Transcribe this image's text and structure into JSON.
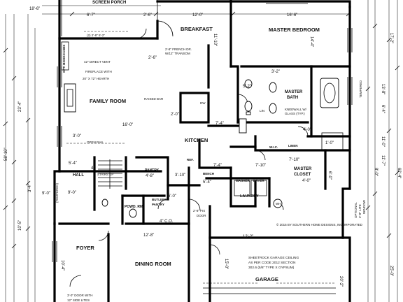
{
  "plan": {
    "rooms": {
      "screen_porch": "SCREEN PORCH",
      "breakfast": "BREAKFAST",
      "master_bedroom": "MASTER BEDROOM",
      "family_room": "FAMILY ROOM",
      "kitchen": "KITCHEN",
      "master_bath": "MASTER BATH",
      "master_closet": "MASTER CLOSET",
      "hall": "HALL",
      "pantry": "PANTRY",
      "powder": "POWD. RM.",
      "butlers_pantry": "BUTLERS PANTRY",
      "laundry": "LAUNDRY",
      "foyer": "FOYER",
      "dining_room": "DINING ROOM",
      "garage": "GARAGE",
      "wic": "W.I.C.",
      "linen": "LINEN",
      "bench": "BENCH",
      "washer": "WASHER",
      "dryer": "DRYER",
      "ref": "REF.",
      "opt_bookcases": "OPT. BOOKCASES"
    },
    "notes": {
      "french_door_1": "2'-8\" FRENCH DR.",
      "french_door_2": "W/12\" TRANSOM",
      "fireplace_1": "42\" DIRECT VENT",
      "fireplace_2": "FIREPLACE WITH",
      "fireplace_3": "20\" X 72\" HEARTH",
      "raised_bar": "RAISED BAR",
      "open_rail": "OPEN RAIL",
      "stairs_up": "STAIRS UP",
      "kneewall_1": "KNEEWALL W/",
      "kneewall_2": "GLASS (TYP.)",
      "pocket_door_1": "2'-8\" FIX",
      "pocket_door_2": "DOOR",
      "garage_ceiling_1": "SHEETROCK GARAGE CEILING",
      "garage_ceiling_2": "AS PER CODE 2012 SECTION",
      "garage_ceiling_3": "302.6 (5/8\" TYPE X GYPSUM)",
      "copyright": "© 2015 BY SOUTHERN HOME DESIGNS, INCORPORATED",
      "tempered": "TEMPERED",
      "optional_window_1": "OPTIONAL",
      "optional_window_2": "2'-8\" LITE",
      "optional_window_3": "WINDOW",
      "front_door_1": "3'-0\" DOOR WITH",
      "front_door_2": "12\" SIDE LITES",
      "windows_top": "(2) 2'-8\" 5'-2\"",
      "dw": "DW",
      "wh": "WH",
      "lin": "LIN",
      "tempered_left": "(TEMPERED)"
    },
    "dimensions": {
      "porch_w": "6'-7\"",
      "porch_w2": "2'-6\"",
      "breakfast_w": "12'-0\"",
      "master_bed_w": "16'-6\"",
      "master_bed_d": "14'-4\"",
      "breakfast_d": "11'-10\"",
      "family_w": "16'-0\"",
      "family_d": "23'-4\"",
      "kitchen_w": "7'-4\"",
      "kitchen_w2": "7'-4\"",
      "hall_w": "5'-4\"",
      "pantry_d": "4'-8\"",
      "dining_w": "12'-8\"",
      "foyer_w": "10'-4\"",
      "garage_w": "12'-2\"",
      "garage_d": "15'-0\"",
      "garage_w2": "20'-2\"",
      "closet_w": "7'-10\"",
      "closet_d": "6'-0\"",
      "bath_w": "4'-0\"",
      "left_total": "58'-10\"",
      "right_total": "62'-4\"",
      "left_a": "3'-4\"",
      "left_b": "10'-5\"",
      "left_c": "9'-0\"",
      "top_a": "18'-6\"",
      "right_a": "17'-2\"",
      "right_b": "11'-7\"",
      "right_c": "13'-8\"",
      "right_d": "25'-0\"",
      "right_e": "6'-4\"",
      "misc_a": "3'-0\"",
      "misc_b": "6'-0\"",
      "misc_c": "4'-0\"",
      "misc_d": "5'-4\"",
      "misc_e": "9'-0\"",
      "misc_f": "2'-6\"",
      "misc_g": "3'-2\"",
      "misc_h": "5'-2\"",
      "misc_i": "4\"",
      "misc_j": "2'-0\"",
      "misc_k": "3'-10\"",
      "misc_l": "1'-0\"",
      "misc_m": "8'-0\"",
      "misc_n": "7'-10\"",
      "misc_o": "4\" C.O.",
      "misc_p": "11'-0\""
    }
  }
}
